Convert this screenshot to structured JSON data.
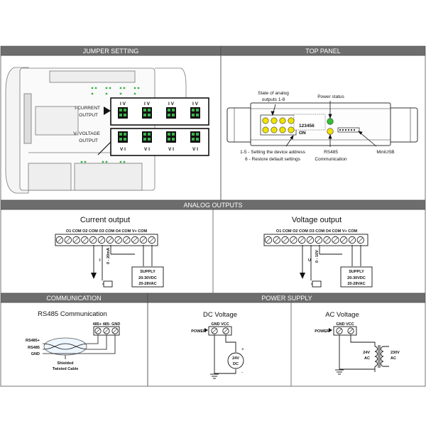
{
  "sections": {
    "jumper_setting": "JUMPER SETTING",
    "top_panel": "TOP PANEL",
    "analog_outputs": "ANALOG OUTPUTS",
    "communication": "COMMUNICATION",
    "power_supply": "POWER SUPPLY"
  },
  "jumper": {
    "i_current_output": [
      "I-CURRENT",
      "OUTPUT"
    ],
    "v_voltage_output": [
      "V- VOLTAGE",
      "OUTPUT"
    ],
    "iv_label": "I V",
    "vi_label": "V I"
  },
  "top_panel": {
    "analog_state": [
      "State of analog",
      "outputs 1-8"
    ],
    "power_status": "Power status",
    "dip_numbers": "123456",
    "dip_on": "ON",
    "setting_address": "1-5 - Setting the device address",
    "restore_defaults": "6 - Restore default settings",
    "rs485": [
      "RS485",
      "Communication"
    ],
    "miniusb": "MiniUSB",
    "led_colors": {
      "analog": "#f2e200",
      "power": "#2fc12f",
      "rs485": "#f2e200"
    }
  },
  "analog": {
    "current": {
      "title": "Current  output",
      "terminals": "O1 COM O2 COM O3 COM O4 COM V+ COM",
      "range": "0 - 20mA",
      "sensor_label": "I",
      "supply": [
        "SUPPLY",
        "20-30VDC",
        "20-28VAC"
      ]
    },
    "voltage": {
      "title": "Voltage  output",
      "terminals": "O1 COM O2 COM O3 COM O4 COM V+ COM",
      "range": "0 - 10V",
      "sensor_label": "U",
      "supply": [
        "SUPPLY",
        "20-30VDC",
        "20-28VAC"
      ]
    }
  },
  "communication": {
    "title": "RS485 Communication",
    "terminals": "485+ 485- GND",
    "rs485_plus": "RS485+",
    "rs485_minus": "RS485",
    "gnd": "GND",
    "cable": [
      "Shielded",
      "Twisted Cable"
    ]
  },
  "power": {
    "dc": {
      "title": "DC Voltage",
      "terminals": "GND VCC",
      "power_label": "POWER",
      "source": [
        "24V",
        "DC"
      ],
      "plus": "+",
      "minus": "-"
    },
    "ac": {
      "title": "AC Voltage",
      "terminals": "GND VCC",
      "power_label": "POWER",
      "secondary": [
        "24V",
        "AC"
      ],
      "primary": [
        "230V",
        "AC"
      ]
    }
  }
}
